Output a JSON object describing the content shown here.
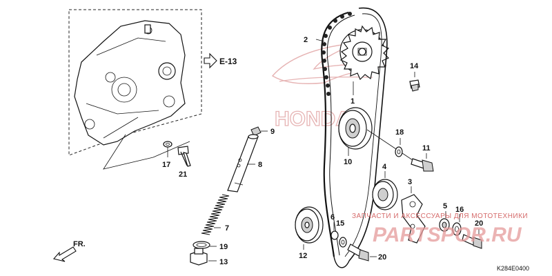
{
  "reference": {
    "label": "E-13"
  },
  "front_marker": {
    "label": "FR."
  },
  "diagram_code": "K284E0400",
  "watermark": {
    "line1": "ЗАПЧАСТИ И АКСЕССУАРЫ ДЛЯ МОТОТЕХНИКИ",
    "line2": "PARTSPOR.RU",
    "brand": "HONDA"
  },
  "callouts": [
    {
      "id": "1",
      "part": "cam-sprocket"
    },
    {
      "id": "2",
      "part": "cam-chain"
    },
    {
      "id": "3",
      "part": "tensioner-arm"
    },
    {
      "id": "4",
      "part": "guide-roller-upper"
    },
    {
      "id": "5",
      "part": "collar"
    },
    {
      "id": "6",
      "part": "small-collar"
    },
    {
      "id": "7",
      "part": "tensioner-spring"
    },
    {
      "id": "8",
      "part": "tensioner-push-rod"
    },
    {
      "id": "9",
      "part": "rod-cap"
    },
    {
      "id": "10",
      "part": "chain-guide-roller"
    },
    {
      "id": "11",
      "part": "roller-bolt"
    },
    {
      "id": "12",
      "part": "lower-guide-roller"
    },
    {
      "id": "13",
      "part": "sealing-bolt"
    },
    {
      "id": "14",
      "part": "sprocket-bolt"
    },
    {
      "id": "15",
      "part": "washer"
    },
    {
      "id": "16",
      "part": "washer-arm"
    },
    {
      "id": "17",
      "part": "washer-case"
    },
    {
      "id": "18",
      "part": "washer-roller"
    },
    {
      "id": "19",
      "part": "o-ring"
    },
    {
      "id": "20",
      "part": "flange-bolt"
    },
    {
      "id": "21",
      "part": "case-bolt"
    }
  ]
}
